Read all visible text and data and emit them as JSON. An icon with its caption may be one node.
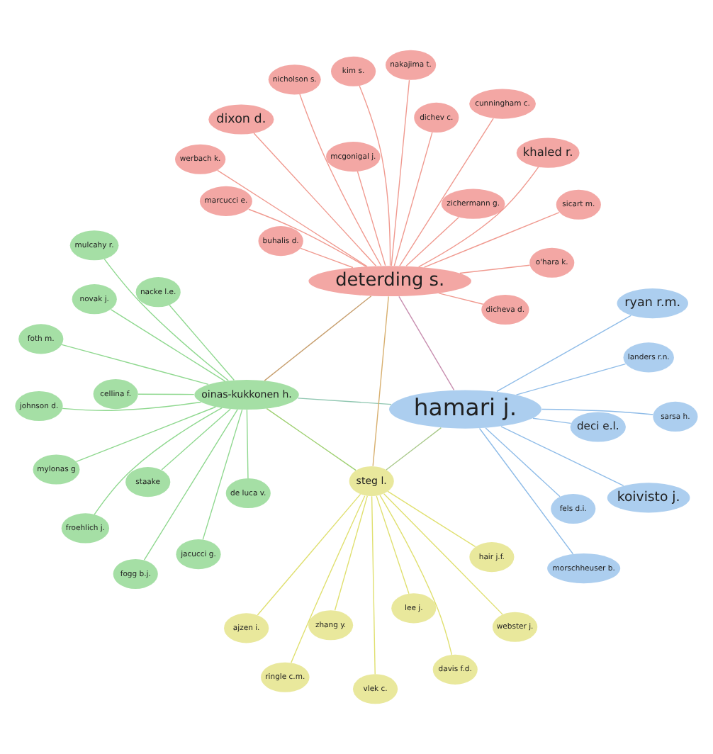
{
  "diagram": {
    "nodes": [
      {
        "text": [
          "ringle c.m."
        ]
      },
      {
        "text": [
          "hair j.f."
        ]
      },
      {
        "text": [
          "davis f.d."
        ]
      },
      {
        "text": [
          "ajzen i."
        ]
      },
      {
        "text": [
          "webster j."
        ]
      },
      {
        "text": [
          "zhang y."
        ]
      },
      {
        "text": [
          "vlek c."
        ]
      },
      {
        "text": [
          "steg l."
        ]
      },
      {
        "text": [
          "lee j."
        ]
      },
      {
        "text": [
          "koivisto j."
        ]
      },
      {
        "text": [
          "morschheuser b."
        ]
      },
      {
        "text": [
          "hamari j."
        ]
      },
      {
        "text": [
          "sarsa h."
        ]
      },
      {
        "text": [
          "landers r.n."
        ]
      },
      {
        "text": [
          "ryan r.m."
        ]
      },
      {
        "text": [
          "fels d.i."
        ]
      },
      {
        "text": [
          "deci e.l."
        ]
      },
      {
        "text": [
          "mulcahy r."
        ]
      },
      {
        "text": [
          "johnson d."
        ]
      },
      {
        "text": [
          "foth m."
        ]
      },
      {
        "text": [
          "oinas-kukkonen h."
        ]
      },
      {
        "text": [
          "mylonas g"
        ]
      },
      {
        "text": [
          "staake"
        ]
      },
      {
        "text": [
          "nacke l.e."
        ]
      },
      {
        "text": [
          "novak j."
        ]
      },
      {
        "text": [
          "fogg b.j."
        ]
      },
      {
        "text": [
          "de luca v."
        ]
      },
      {
        "text": [
          "cellina f."
        ]
      },
      {
        "text": [
          "froehlich j."
        ]
      },
      {
        "text": [
          "jacucci g."
        ]
      },
      {
        "text": [
          "dichev c."
        ]
      },
      {
        "text": [
          "dicheva d."
        ]
      },
      {
        "text": [
          "buhalis d."
        ]
      },
      {
        "text": [
          "kim s."
        ]
      },
      {
        "text": [
          "khaled r."
        ]
      },
      {
        "text": [
          "deterding s."
        ]
      },
      {
        "text": [
          "zichermann g."
        ]
      },
      {
        "text": [
          "cunningham c."
        ]
      },
      {
        "text": [
          "dixon d."
        ]
      },
      {
        "text": [
          "werbach k."
        ]
      },
      {
        "text": [
          "nakajima t."
        ]
      },
      {
        "text": [
          "nicholson s."
        ]
      },
      {
        "text": [
          "mcgonigal j."
        ]
      },
      {
        "text": [
          "sicart m."
        ]
      },
      {
        "text": [
          "o'hara k."
        ]
      },
      {
        "text": [
          "marcucci e."
        ]
      }
    ],
    "edges": [
      {
        "from": 11,
        "to": 35,
        "arrow": "none",
        "color": "#c88fb0"
      },
      {
        "from": 11,
        "to": 20,
        "arrow": "none",
        "color": "#8fc6b0"
      },
      {
        "from": 11,
        "to": 7,
        "arrow": "none",
        "color": "#a9c98a"
      },
      {
        "from": 35,
        "to": 20,
        "arrow": "none",
        "color": "#c8a070"
      },
      {
        "from": 35,
        "to": 7,
        "arrow": "none",
        "color": "#d8b070"
      },
      {
        "from": 20,
        "to": 7,
        "arrow": "none",
        "color": "#9ed070"
      },
      {
        "from": 0,
        "to": 7,
        "arrow": "none",
        "color": "#e0e070"
      },
      {
        "from": 1,
        "to": 7,
        "arrow": "none",
        "color": "#e0e070"
      },
      {
        "from": 2,
        "to": 7,
        "arrow": "none",
        "color": "#e0e070"
      },
      {
        "from": 3,
        "to": 7,
        "arrow": "none",
        "color": "#e0e070"
      },
      {
        "from": 4,
        "to": 7,
        "arrow": "none",
        "color": "#e0e070"
      },
      {
        "from": 5,
        "to": 7,
        "arrow": "none",
        "color": "#e0e070"
      },
      {
        "from": 6,
        "to": 7,
        "arrow": "none",
        "color": "#e0e070"
      },
      {
        "from": 8,
        "to": 7,
        "arrow": "none",
        "color": "#e0e070"
      },
      {
        "from": 9,
        "to": 11,
        "arrow": "none",
        "color": "#8fbce8"
      },
      {
        "from": 10,
        "to": 11,
        "arrow": "none",
        "color": "#8fbce8"
      },
      {
        "from": 12,
        "to": 11,
        "arrow": "none",
        "color": "#8fbce8"
      },
      {
        "from": 13,
        "to": 11,
        "arrow": "none",
        "color": "#8fbce8"
      },
      {
        "from": 14,
        "to": 11,
        "arrow": "none",
        "color": "#8fbce8"
      },
      {
        "from": 15,
        "to": 11,
        "arrow": "none",
        "color": "#8fbce8"
      },
      {
        "from": 16,
        "to": 11,
        "arrow": "none",
        "color": "#8fbce8"
      },
      {
        "from": 17,
        "to": 20,
        "arrow": "none",
        "color": "#8fd88f"
      },
      {
        "from": 18,
        "to": 20,
        "arrow": "none",
        "color": "#8fd88f"
      },
      {
        "from": 19,
        "to": 20,
        "arrow": "none",
        "color": "#8fd88f"
      },
      {
        "from": 21,
        "to": 20,
        "arrow": "none",
        "color": "#8fd88f"
      },
      {
        "from": 22,
        "to": 20,
        "arrow": "none",
        "color": "#8fd88f"
      },
      {
        "from": 23,
        "to": 20,
        "arrow": "none",
        "color": "#8fd88f"
      },
      {
        "from": 24,
        "to": 20,
        "arrow": "none",
        "color": "#8fd88f"
      },
      {
        "from": 25,
        "to": 20,
        "arrow": "none",
        "color": "#8fd88f"
      },
      {
        "from": 26,
        "to": 20,
        "arrow": "none",
        "color": "#8fd88f"
      },
      {
        "from": 27,
        "to": 20,
        "arrow": "none",
        "color": "#8fd88f"
      },
      {
        "from": 28,
        "to": 20,
        "arrow": "none",
        "color": "#8fd88f"
      },
      {
        "from": 29,
        "to": 20,
        "arrow": "none",
        "color": "#8fd88f"
      },
      {
        "from": 30,
        "to": 35,
        "arrow": "none",
        "color": "#f09a90"
      },
      {
        "from": 31,
        "to": 35,
        "arrow": "none",
        "color": "#f09a90"
      },
      {
        "from": 32,
        "to": 35,
        "arrow": "none",
        "color": "#f09a90"
      },
      {
        "from": 33,
        "to": 35,
        "arrow": "none",
        "color": "#f09a90"
      },
      {
        "from": 34,
        "to": 35,
        "arrow": "none",
        "color": "#f09a90"
      },
      {
        "from": 36,
        "to": 35,
        "arrow": "none",
        "color": "#f09a90"
      },
      {
        "from": 37,
        "to": 35,
        "arrow": "none",
        "color": "#f09a90"
      },
      {
        "from": 38,
        "to": 35,
        "arrow": "none",
        "color": "#f09a90"
      },
      {
        "from": 39,
        "to": 35,
        "arrow": "none",
        "color": "#f09a90"
      },
      {
        "from": 40,
        "to": 35,
        "arrow": "none",
        "color": "#f09a90"
      },
      {
        "from": 41,
        "to": 35,
        "arrow": "none",
        "color": "#f09a90"
      },
      {
        "from": 42,
        "to": 35,
        "arrow": "none",
        "color": "#f09a90"
      },
      {
        "from": 43,
        "to": 35,
        "arrow": "none",
        "color": "#f09a90"
      },
      {
        "from": 44,
        "to": 35,
        "arrow": "none",
        "color": "#f09a90"
      },
      {
        "from": 45,
        "to": 35,
        "arrow": "none",
        "color": "#f09a90"
      }
    ]
  }
}
